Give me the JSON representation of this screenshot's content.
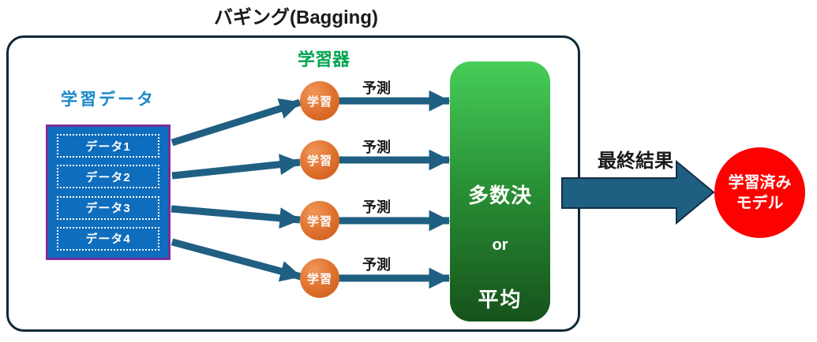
{
  "title": "バギング(Bagging)",
  "training_data": {
    "label": "学習データ",
    "items": [
      "データ1",
      "データ2",
      "データ3",
      "データ4"
    ]
  },
  "learners": {
    "label": "学習器",
    "node_label": "学習",
    "arrow_label": "予測",
    "count": 4
  },
  "aggregator": {
    "line1": "多数決",
    "line2": "or",
    "line3": "平均"
  },
  "final": {
    "arrow_label": "最終結果",
    "model_line1": "学習済み",
    "model_line2": "モデル"
  },
  "colors": {
    "frame_border": "#0e2836",
    "arrow": "#1f5f82",
    "big_arrow_outline": "#132e44",
    "data_box_fill": "#0f6dbd",
    "data_box_border": "#7a2e9d",
    "data_label_text": "#1987ca",
    "learner_label_text": "#00a44f",
    "learner_node": "#de6f2c",
    "aggregator_top": "#47cd59",
    "aggregator_bottom": "#16521b",
    "final_model_fill": "#fc0100"
  }
}
